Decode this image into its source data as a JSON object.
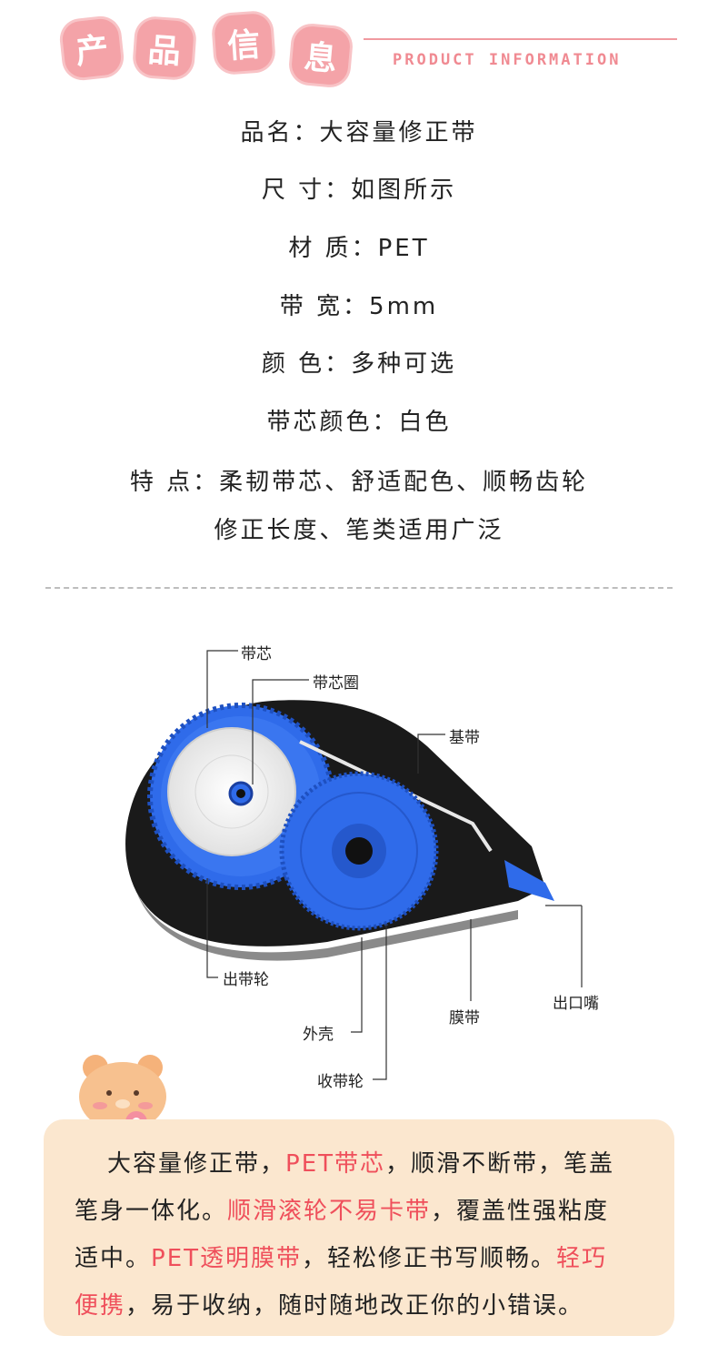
{
  "header": {
    "title_chars": [
      "产",
      "品",
      "信",
      "息"
    ],
    "title_en": "PRODUCT INFORMATION"
  },
  "info": {
    "name": "品名：大容量修正带",
    "size": "尺 寸：如图所示",
    "material": "材 质：PET",
    "width": "带 宽：5mm",
    "color": "颜 色：多种可选",
    "core_color": "带芯颜色：白色",
    "features_1": "特 点：柔韧带芯、舒适配色、顺畅齿轮",
    "features_2": "修正长度、笔类适用广泛"
  },
  "diagram": {
    "labels": {
      "core": "带芯",
      "core_ring": "带芯圈",
      "base_tape": "基带",
      "out_wheel": "出带轮",
      "shell": "外壳",
      "take_up_wheel": "收带轮",
      "film_tape": "膜带",
      "nozzle": "出口嘴"
    }
  },
  "note": {
    "l1_a": "大容量修正带，",
    "l1_b": "PET带芯",
    "l1_c": "，顺滑不断带，笔盖",
    "l2_a": "笔身一体化。",
    "l2_b": "顺滑滚轮不易卡带",
    "l2_c": "，覆盖性强粘度",
    "l3_a": "适中。",
    "l3_b": "PET透明膜带",
    "l3_c": "，轻松修正书写顺畅。",
    "l3_d": "轻巧",
    "l4_a": "便携",
    "l4_b": "，易于收纳，随时随地改正你的小错误。"
  },
  "colors": {
    "accent": "#f4a3a8",
    "highlight": "#ef4f5b",
    "note_bg": "#fbe7cf",
    "gear_blue": "#2f6bea"
  }
}
